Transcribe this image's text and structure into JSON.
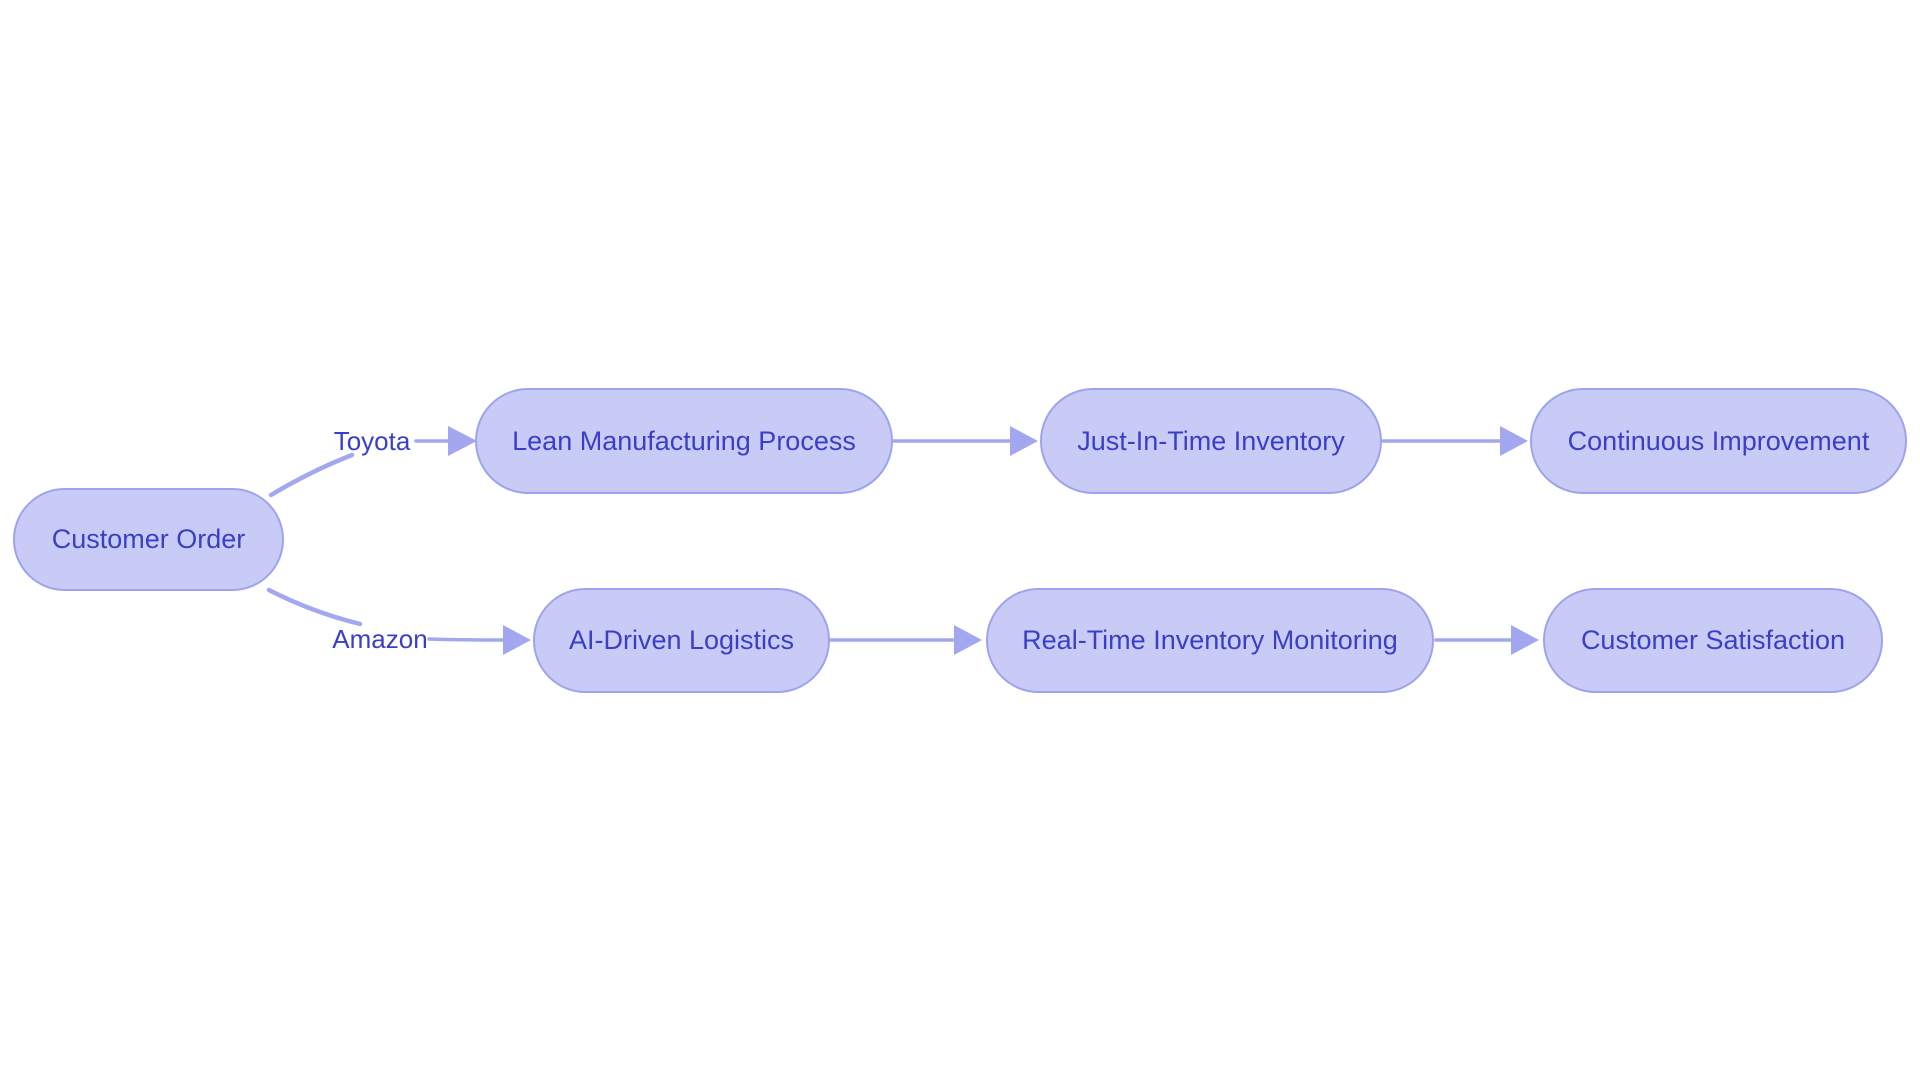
{
  "diagram": {
    "type": "flowchart",
    "direction": "left-to-right",
    "nodes": [
      {
        "id": "customer-order",
        "label": "Customer Order"
      },
      {
        "id": "lean-manufacturing-process",
        "label": "Lean Manufacturing Process"
      },
      {
        "id": "just-in-time-inventory",
        "label": "Just-In-Time Inventory"
      },
      {
        "id": "continuous-improvement",
        "label": "Continuous Improvement"
      },
      {
        "id": "ai-driven-logistics",
        "label": "AI-Driven Logistics"
      },
      {
        "id": "real-time-inventory-monitoring",
        "label": "Real-Time Inventory Monitoring"
      },
      {
        "id": "customer-satisfaction",
        "label": "Customer Satisfaction"
      }
    ],
    "edges": [
      {
        "from": "customer-order",
        "to": "lean-manufacturing-process",
        "label": "Toyota"
      },
      {
        "from": "lean-manufacturing-process",
        "to": "just-in-time-inventory",
        "label": ""
      },
      {
        "from": "just-in-time-inventory",
        "to": "continuous-improvement",
        "label": ""
      },
      {
        "from": "customer-order",
        "to": "ai-driven-logistics",
        "label": "Amazon"
      },
      {
        "from": "ai-driven-logistics",
        "to": "real-time-inventory-monitoring",
        "label": ""
      },
      {
        "from": "real-time-inventory-monitoring",
        "to": "customer-satisfaction",
        "label": ""
      }
    ],
    "colors": {
      "background": "#ffffff",
      "node_fill": "#c8cbf6",
      "node_border": "#9ea4ec",
      "node_text": "#3a3fc6",
      "edge": "#a2a7ef",
      "edge_label_text": "#3a3fc6"
    }
  }
}
